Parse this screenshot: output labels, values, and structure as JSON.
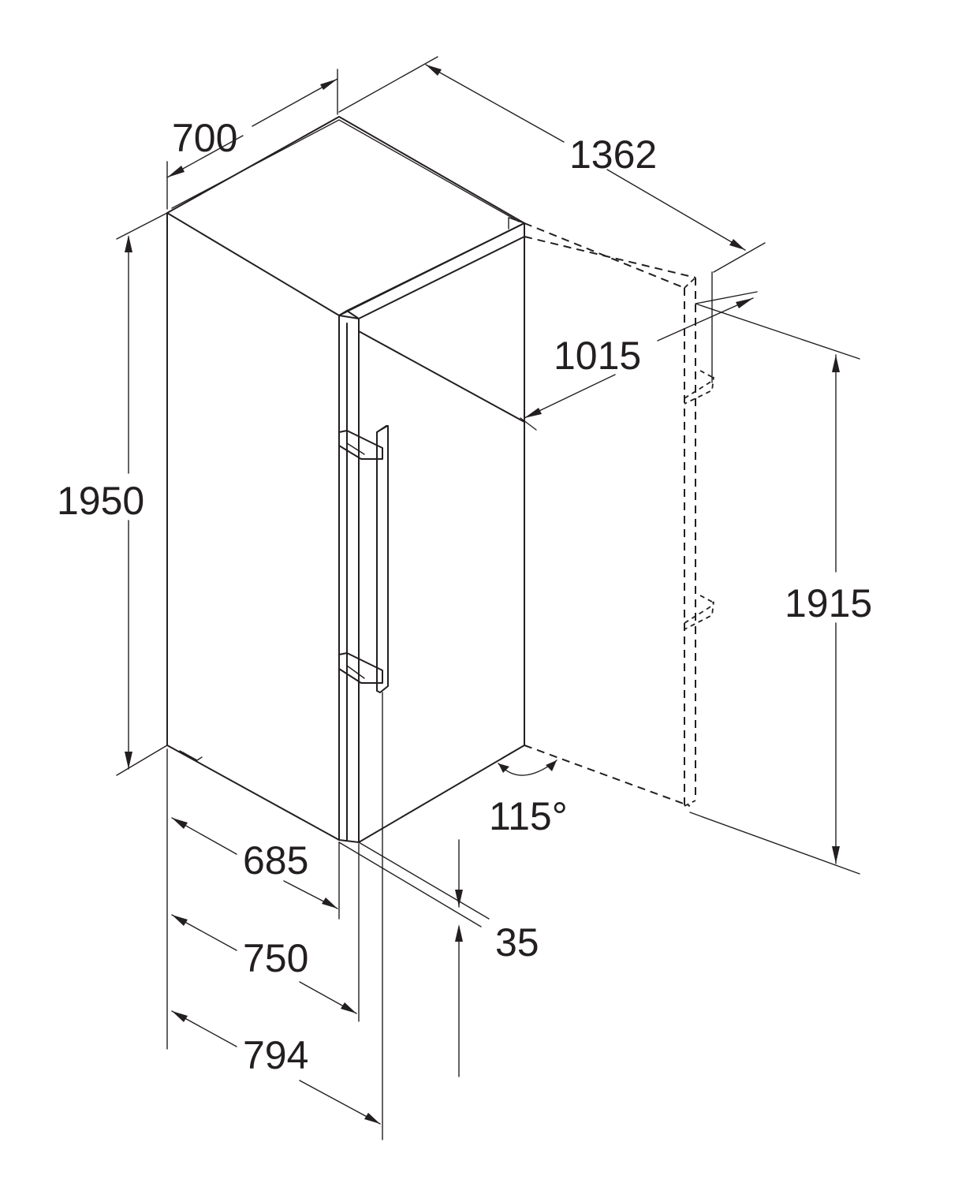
{
  "dimensions": {
    "width_top": "700",
    "depth_door_open_total": "1362",
    "door_open_clearance": "1015",
    "height": "1950",
    "door_open_height": "1915",
    "door_angle": "115°",
    "depth_body": "685",
    "depth_with_door": "750",
    "depth_with_handle": "794",
    "door_thickness": "35"
  }
}
